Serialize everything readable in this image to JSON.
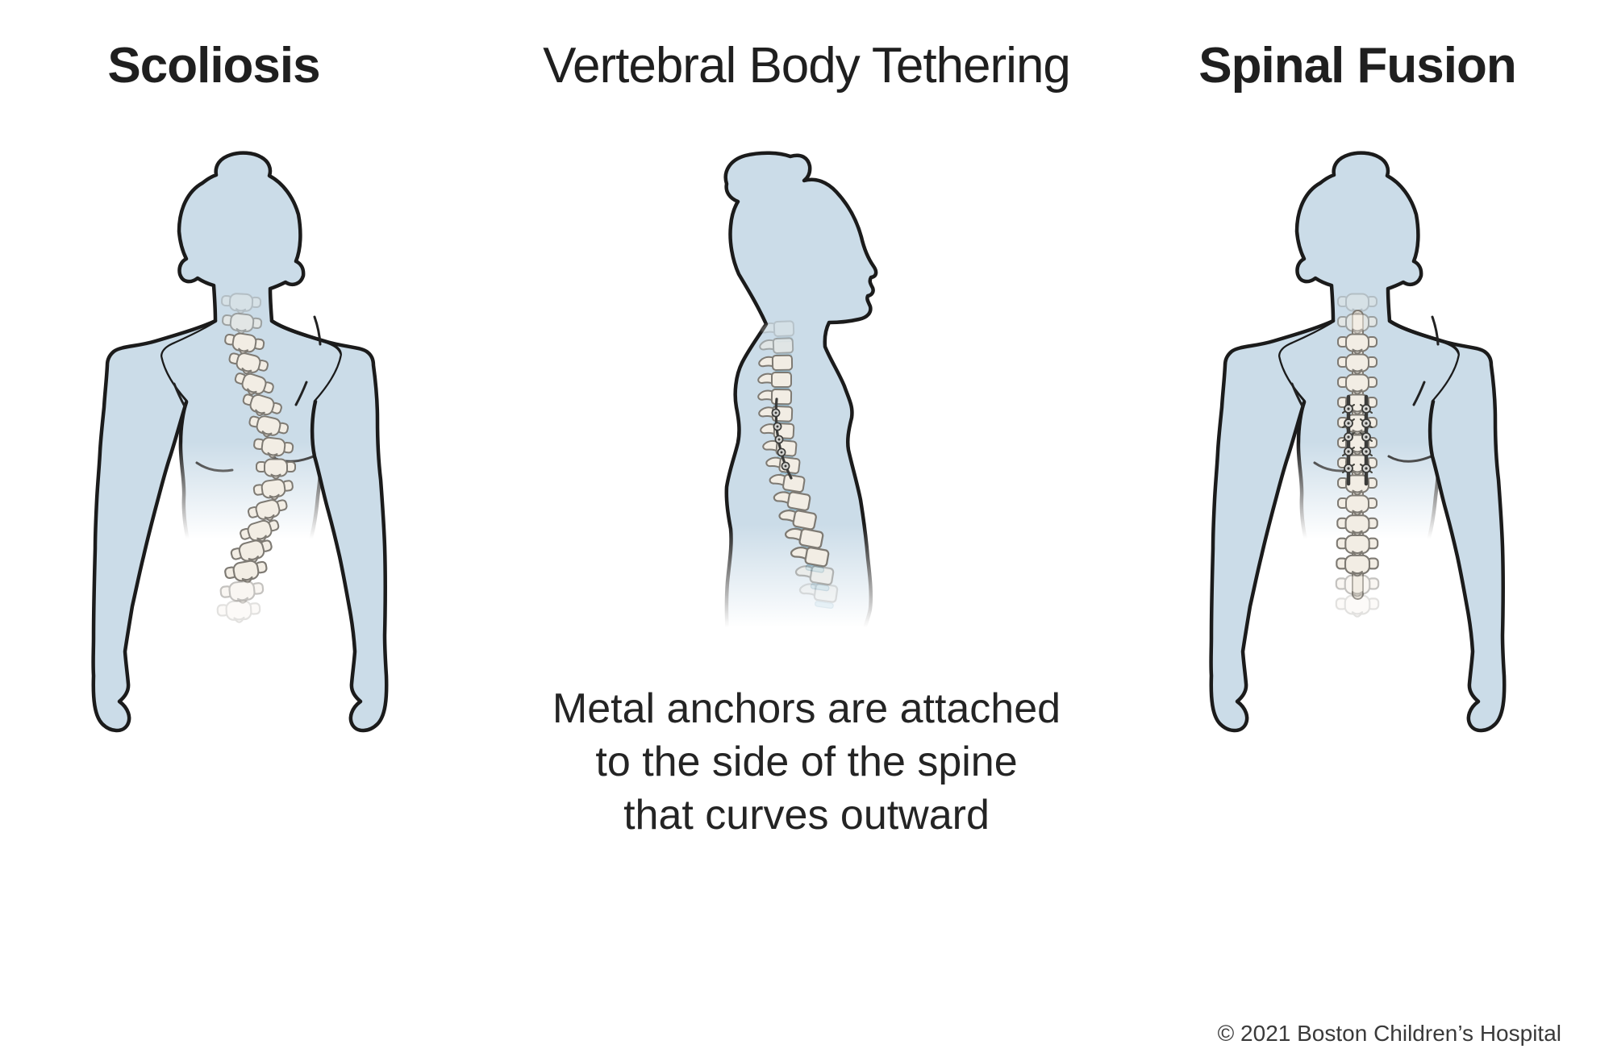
{
  "titles": {
    "left": "Scoliosis",
    "middle": "Vertebral Body Tethering",
    "right": "Spinal Fusion"
  },
  "caption": {
    "lines": [
      "Metal anchors are attached",
      "to the side of the spine",
      "that curves outward"
    ]
  },
  "footer": {
    "copyright": "© 2021 Boston Children’s Hospital"
  },
  "figures": {
    "left": {
      "name": "scoliosis-back-view-figure"
    },
    "middle": {
      "name": "tethering-side-view-figure"
    },
    "right": {
      "name": "spinal-fusion-back-view-figure"
    }
  },
  "colors": {
    "body": "#cbdce8",
    "outline": "#1b1b1b",
    "bone": "#f2ede4",
    "bone_outline": "#7e7a73",
    "disc": "#b7d9ea",
    "metal_dark": "#3b3b39",
    "metal_light": "#d6d6d3",
    "text": "#1f1f1f"
  }
}
